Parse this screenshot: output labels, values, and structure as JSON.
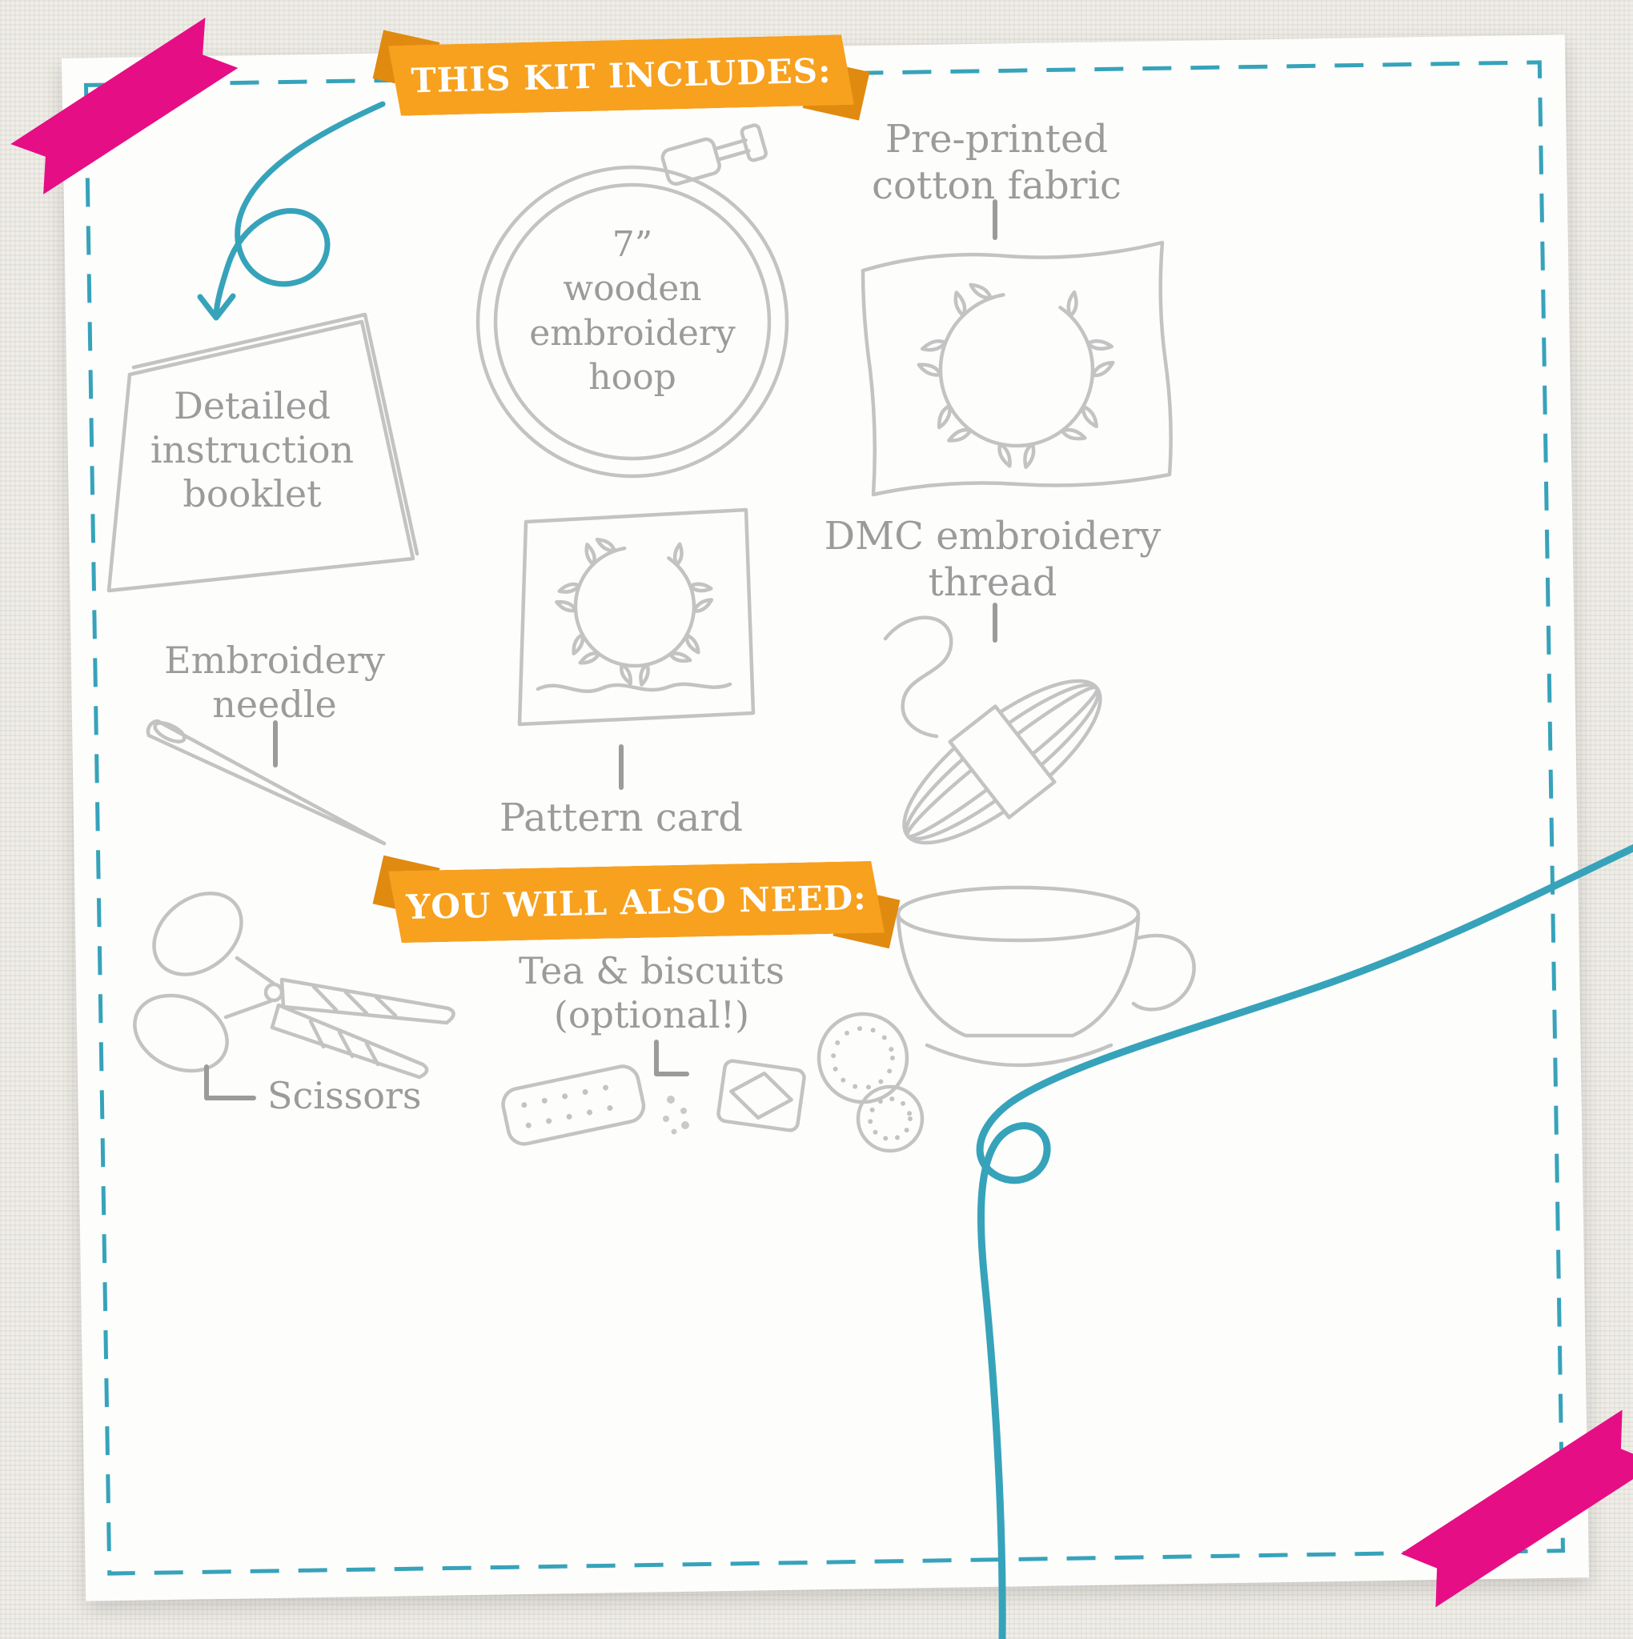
{
  "banners": {
    "kit_includes": "THIS KIT INCLUDES:",
    "also_need": "YOU WILL ALSO NEED:"
  },
  "labels": {
    "fabric": "Pre-printed\ncotton fabric",
    "hoop": "7”\nwooden\nembroidery\nhoop",
    "booklet": "Detailed\ninstruction\nbooklet",
    "thread": "DMC embroidery\nthread",
    "needle": "Embroidery\nneedle",
    "pattern_card": "Pattern card",
    "tea": "Tea & biscuits\n(optional!)",
    "scissors": "Scissors"
  },
  "colors": {
    "banner_orange": "#F7A11F",
    "banner_fold": "#E08A10",
    "stitch_teal": "#36A3BA",
    "tape_pink": "#E60E84",
    "line_art_gray": "#C3C3C3",
    "text_gray": "#9B9B9B",
    "background": "#EFEDE7",
    "card_white": "#FDFDFC"
  },
  "icons": [
    "curly-arrow-icon",
    "instruction-booklet-icon",
    "embroidery-hoop-icon",
    "printed-fabric-icon",
    "pattern-card-icon",
    "thread-skein-icon",
    "embroidery-needle-icon",
    "scissors-icon",
    "teacup-icon",
    "biscuits-icon",
    "teal-thread-icon",
    "washi-tape-top-left-icon",
    "washi-tape-bottom-right-icon",
    "stitched-border"
  ]
}
